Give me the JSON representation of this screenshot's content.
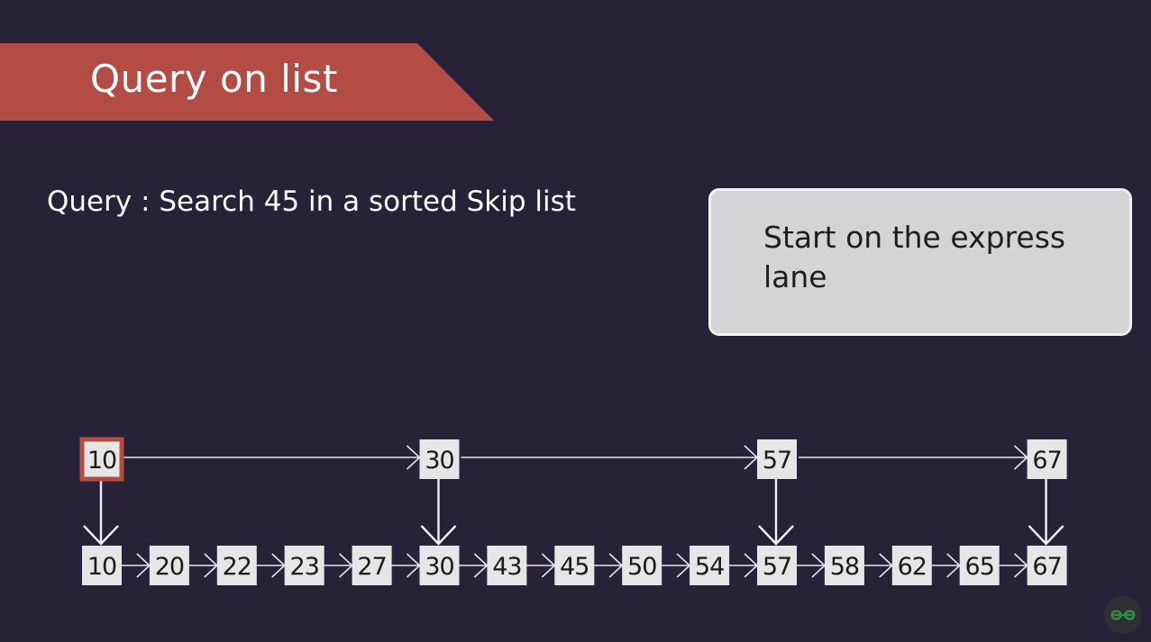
{
  "title": "Query on list",
  "query": "Query : Search 45 in a sorted Skip list",
  "callout": "Start on the express lane",
  "express_lane": [
    "10",
    "30",
    "57",
    "67"
  ],
  "base_lane": [
    "10",
    "20",
    "22",
    "23",
    "27",
    "30",
    "43",
    "45",
    "50",
    "54",
    "57",
    "58",
    "62",
    "65",
    "67"
  ],
  "highlighted_node": "10",
  "colors": {
    "background": "#272238",
    "banner": "#b24c45",
    "node_fill": "#e6e6e6",
    "highlight_border": "#b24c45",
    "callout_fill": "#d4d4d6",
    "logo_accent": "#2f8d46"
  },
  "logo_icon": "gfg-logo-icon"
}
